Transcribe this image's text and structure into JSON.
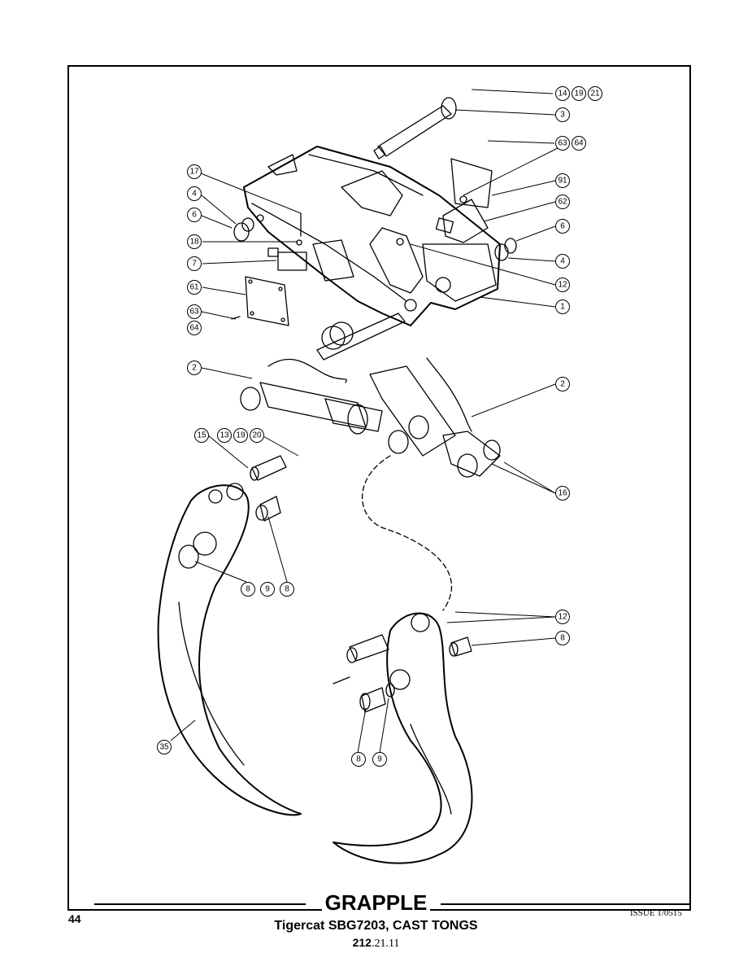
{
  "diagram": {
    "callouts": [
      {
        "id": "c-14",
        "label": "14"
      },
      {
        "id": "c-19a",
        "label": "19"
      },
      {
        "id": "c-21",
        "label": "21"
      },
      {
        "id": "c-3",
        "label": "3"
      },
      {
        "id": "c-63a",
        "label": "63"
      },
      {
        "id": "c-64a",
        "label": "64"
      },
      {
        "id": "c-91",
        "label": "91"
      },
      {
        "id": "c-62",
        "label": "62"
      },
      {
        "id": "c-6r",
        "label": "6"
      },
      {
        "id": "c-4r",
        "label": "4"
      },
      {
        "id": "c-12a",
        "label": "12"
      },
      {
        "id": "c-1",
        "label": "1"
      },
      {
        "id": "c-17",
        "label": "17"
      },
      {
        "id": "c-4l",
        "label": "4"
      },
      {
        "id": "c-6l",
        "label": "6"
      },
      {
        "id": "c-18",
        "label": "18"
      },
      {
        "id": "c-7",
        "label": "7"
      },
      {
        "id": "c-61",
        "label": "61"
      },
      {
        "id": "c-63b",
        "label": "63"
      },
      {
        "id": "c-64b",
        "label": "64"
      },
      {
        "id": "c-2l",
        "label": "2"
      },
      {
        "id": "c-2r",
        "label": "2"
      },
      {
        "id": "c-15",
        "label": "15"
      },
      {
        "id": "c-13",
        "label": "13"
      },
      {
        "id": "c-19b",
        "label": "19"
      },
      {
        "id": "c-20",
        "label": "20"
      },
      {
        "id": "c-16",
        "label": "16"
      },
      {
        "id": "c-8a",
        "label": "8"
      },
      {
        "id": "c-9a",
        "label": "9"
      },
      {
        "id": "c-8b",
        "label": "8"
      },
      {
        "id": "c-12b",
        "label": "12"
      },
      {
        "id": "c-8c",
        "label": "8"
      },
      {
        "id": "c-35",
        "label": "35"
      },
      {
        "id": "c-8d",
        "label": "8"
      },
      {
        "id": "c-9b",
        "label": "9"
      }
    ]
  },
  "footer": {
    "title": "GRAPPLE",
    "page_number": "44",
    "issue": "ISSUE 1/0515",
    "subtitle": "Tigercat SBG7203, CAST TONGS",
    "code_bold": "212",
    "code_rest": ".21.11"
  }
}
